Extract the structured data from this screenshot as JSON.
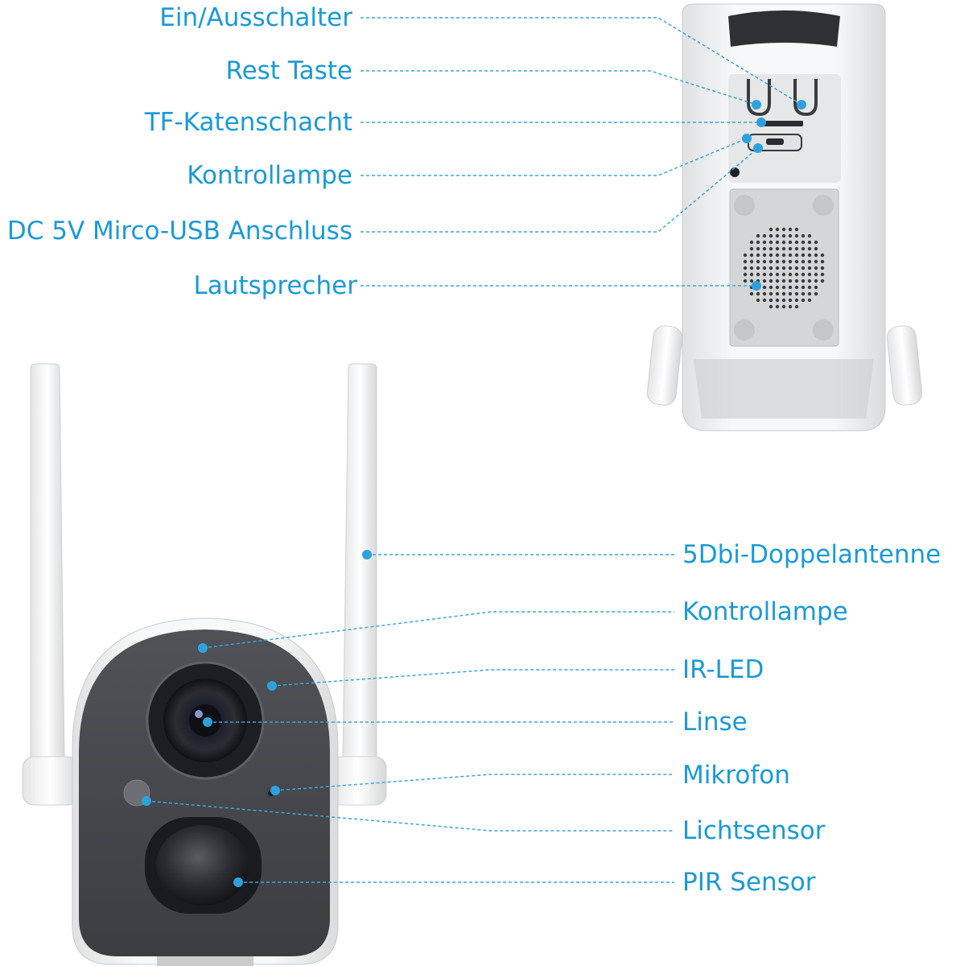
{
  "colors": {
    "label_text": "#1a9ad6",
    "leader_line": "#3aa6dc",
    "camera_body": "#f1f2f3",
    "camera_face": "#4a4c50",
    "speaker_panel": "#d4d6d8"
  },
  "back_view": {
    "labels": [
      {
        "id": "power-switch",
        "text": "Ein/Ausschalter"
      },
      {
        "id": "reset-button",
        "text": "Rest Taste"
      },
      {
        "id": "tf-card-slot",
        "text": "TF-Katenschacht"
      },
      {
        "id": "indicator-lamp-back",
        "text": "Kontrollampe"
      },
      {
        "id": "micro-usb-port",
        "text": "DC 5V Mirco-USB Anschluss"
      },
      {
        "id": "speaker",
        "text": "Lautsprecher"
      }
    ]
  },
  "front_view": {
    "labels": [
      {
        "id": "dual-antenna",
        "text": "5Dbi-Doppelantenne"
      },
      {
        "id": "indicator-lamp-front",
        "text": "Kontrollampe"
      },
      {
        "id": "ir-led",
        "text": "IR-LED"
      },
      {
        "id": "lens",
        "text": "Linse"
      },
      {
        "id": "microphone",
        "text": "Mikrofon"
      },
      {
        "id": "light-sensor",
        "text": "Lichtsensor"
      },
      {
        "id": "pir-sensor",
        "text": "PIR Sensor"
      }
    ]
  }
}
